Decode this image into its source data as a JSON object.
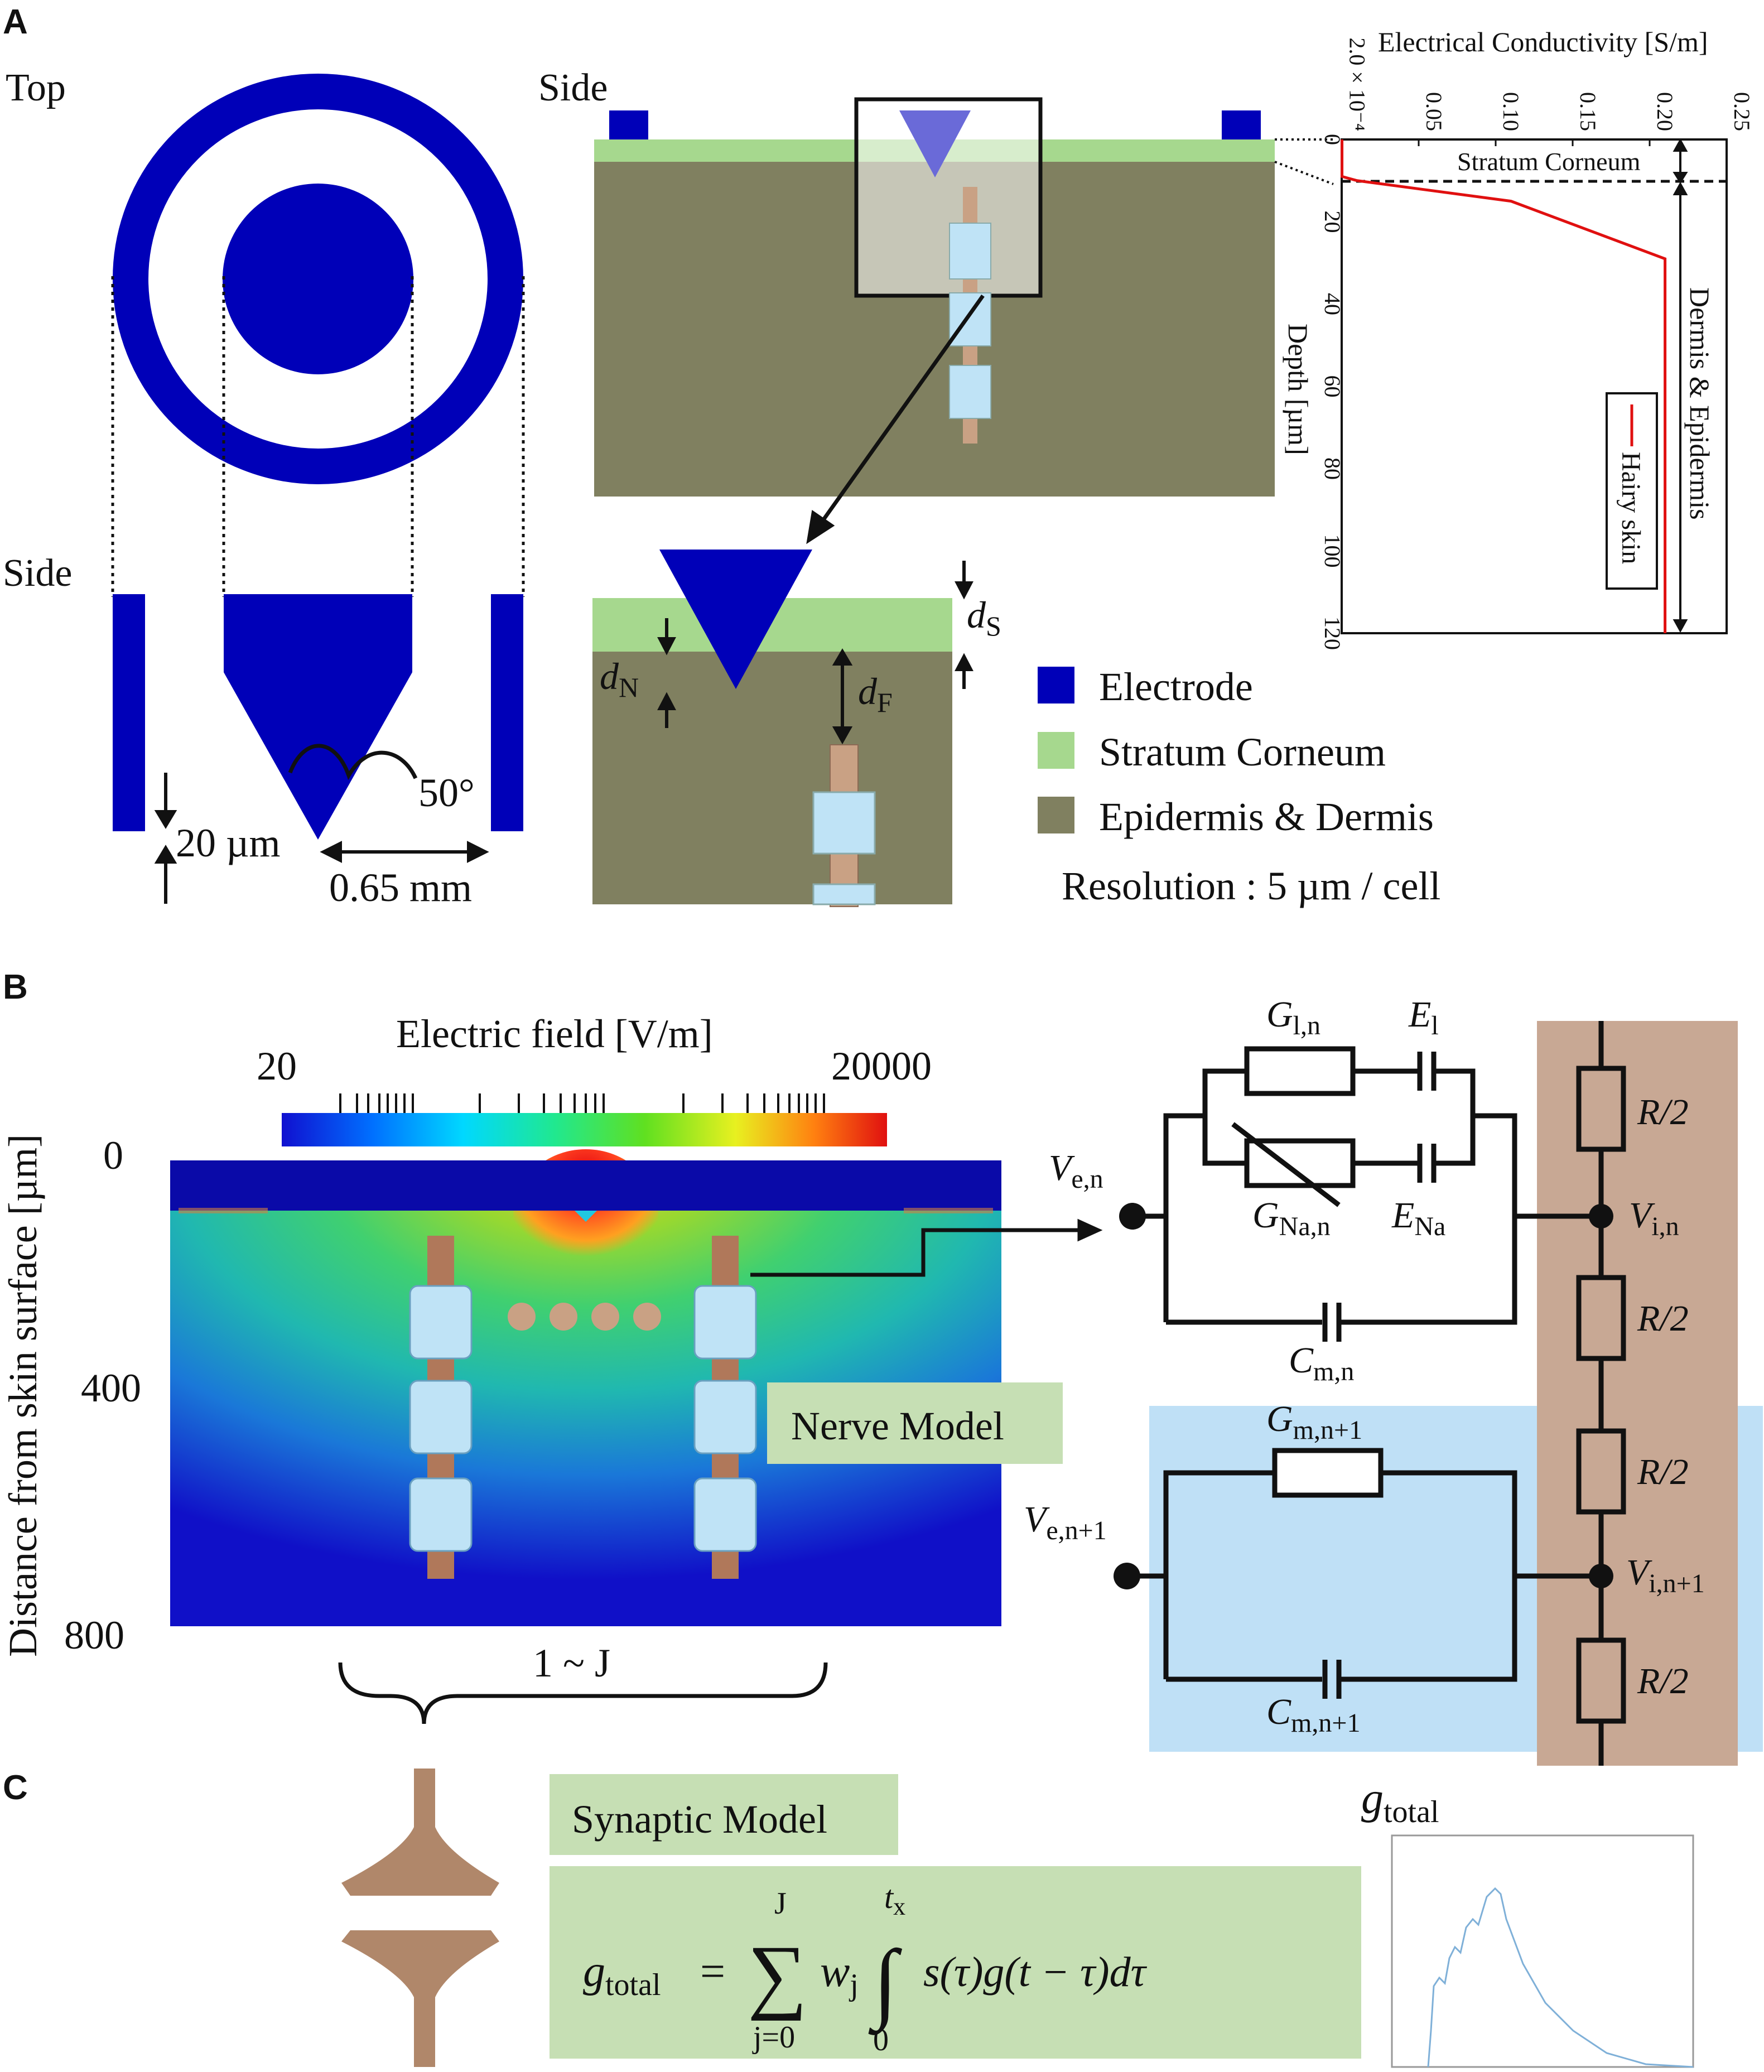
{
  "panels": {
    "a": "A",
    "b": "B",
    "c": "C"
  },
  "panel_a": {
    "top_label": "Top",
    "side_label_left": "Side",
    "side_label_mid": "Side",
    "dim_gap": "20 µm",
    "dim_width": "0.65 mm",
    "angle": "50°",
    "d_s": "d",
    "d_s_sub": "S",
    "d_n": "d",
    "d_n_sub": "N",
    "d_f": "d",
    "d_f_sub": "F",
    "legend": {
      "electrode": "Electrode",
      "stratum": "Stratum Corneum",
      "epidermis": "Epidermis & Dermis",
      "resolution": "Resolution :  5 µm / cell"
    },
    "conductivity_plot": {
      "title": "Electrical Conductivity [S/m]",
      "x_ticks": [
        "2.0 × 10⁻⁴",
        "0.05",
        "0.10",
        "0.15",
        "0.20",
        "0.25"
      ],
      "y_ticks": [
        "0",
        "20",
        "40",
        "60",
        "80",
        "100",
        "120"
      ],
      "ylabel": "Depth [µm]",
      "region_top": "Stratum Corneum",
      "region_bottom": "Dermis & Epidermis",
      "legend": "Hairy skin",
      "series": [
        {
          "depth": 0,
          "sigma": 0.0002
        },
        {
          "depth": 9,
          "sigma": 0.0002
        },
        {
          "depth": 10,
          "sigma": 0.01
        },
        {
          "depth": 15,
          "sigma": 0.11
        },
        {
          "depth": 29,
          "sigma": 0.21
        },
        {
          "depth": 120,
          "sigma": 0.21
        }
      ]
    }
  },
  "panel_b": {
    "ylabel": "Distance from skin surface [µm]",
    "y_ticks": [
      "0",
      "400",
      "800"
    ],
    "cbar_title": "Electric field [V/m]",
    "cbar_min": "20",
    "cbar_max": "20000",
    "nerve_model": "Nerve Model",
    "brace": "1 ~ J",
    "circuit": {
      "g_l": "G",
      "g_l_sub": "l,n",
      "e_l": "E",
      "e_l_sub": "l",
      "g_na": "G",
      "g_na_sub": "Na,n",
      "e_na": "E",
      "e_na_sub": "Na",
      "c_m": "C",
      "c_m_sub": "m,n",
      "v_e": "V",
      "v_e_sub": "e,n",
      "v_i": "V",
      "v_i_sub": "i,n",
      "g_m1": "G",
      "g_m1_sub": "m,n+1",
      "c_m1": "C",
      "c_m1_sub": "m,n+1",
      "v_e1": "V",
      "v_e1_sub": "e,n+1",
      "v_i1": "V",
      "v_i1_sub": "i,n+1",
      "r": "R/2"
    }
  },
  "panel_c": {
    "synaptic_model": "Synaptic Model",
    "g_total": "g",
    "g_total_sub": "total",
    "eq_g": "g",
    "eq_g_sub": "total",
    "eq_sum_top": "J",
    "eq_sum_bot": "j=0",
    "eq_int_top": "t",
    "eq_int_top_sub": "x",
    "eq_int_bot": "0",
    "eq_w": "w",
    "eq_w_sub": "j",
    "eq_rest": "s(τ)g(t − τ)dτ"
  },
  "colors": {
    "electrode": "#0000b8",
    "stratum": "#a6d88e",
    "epidermis": "#808060",
    "nerve_tan": "#c9a184",
    "nerve_blue": "#bfe3f6",
    "circuit_tan": "#c8a894",
    "circuit_blue": "#bfe0f6",
    "box_green": "#c6dfb4"
  }
}
